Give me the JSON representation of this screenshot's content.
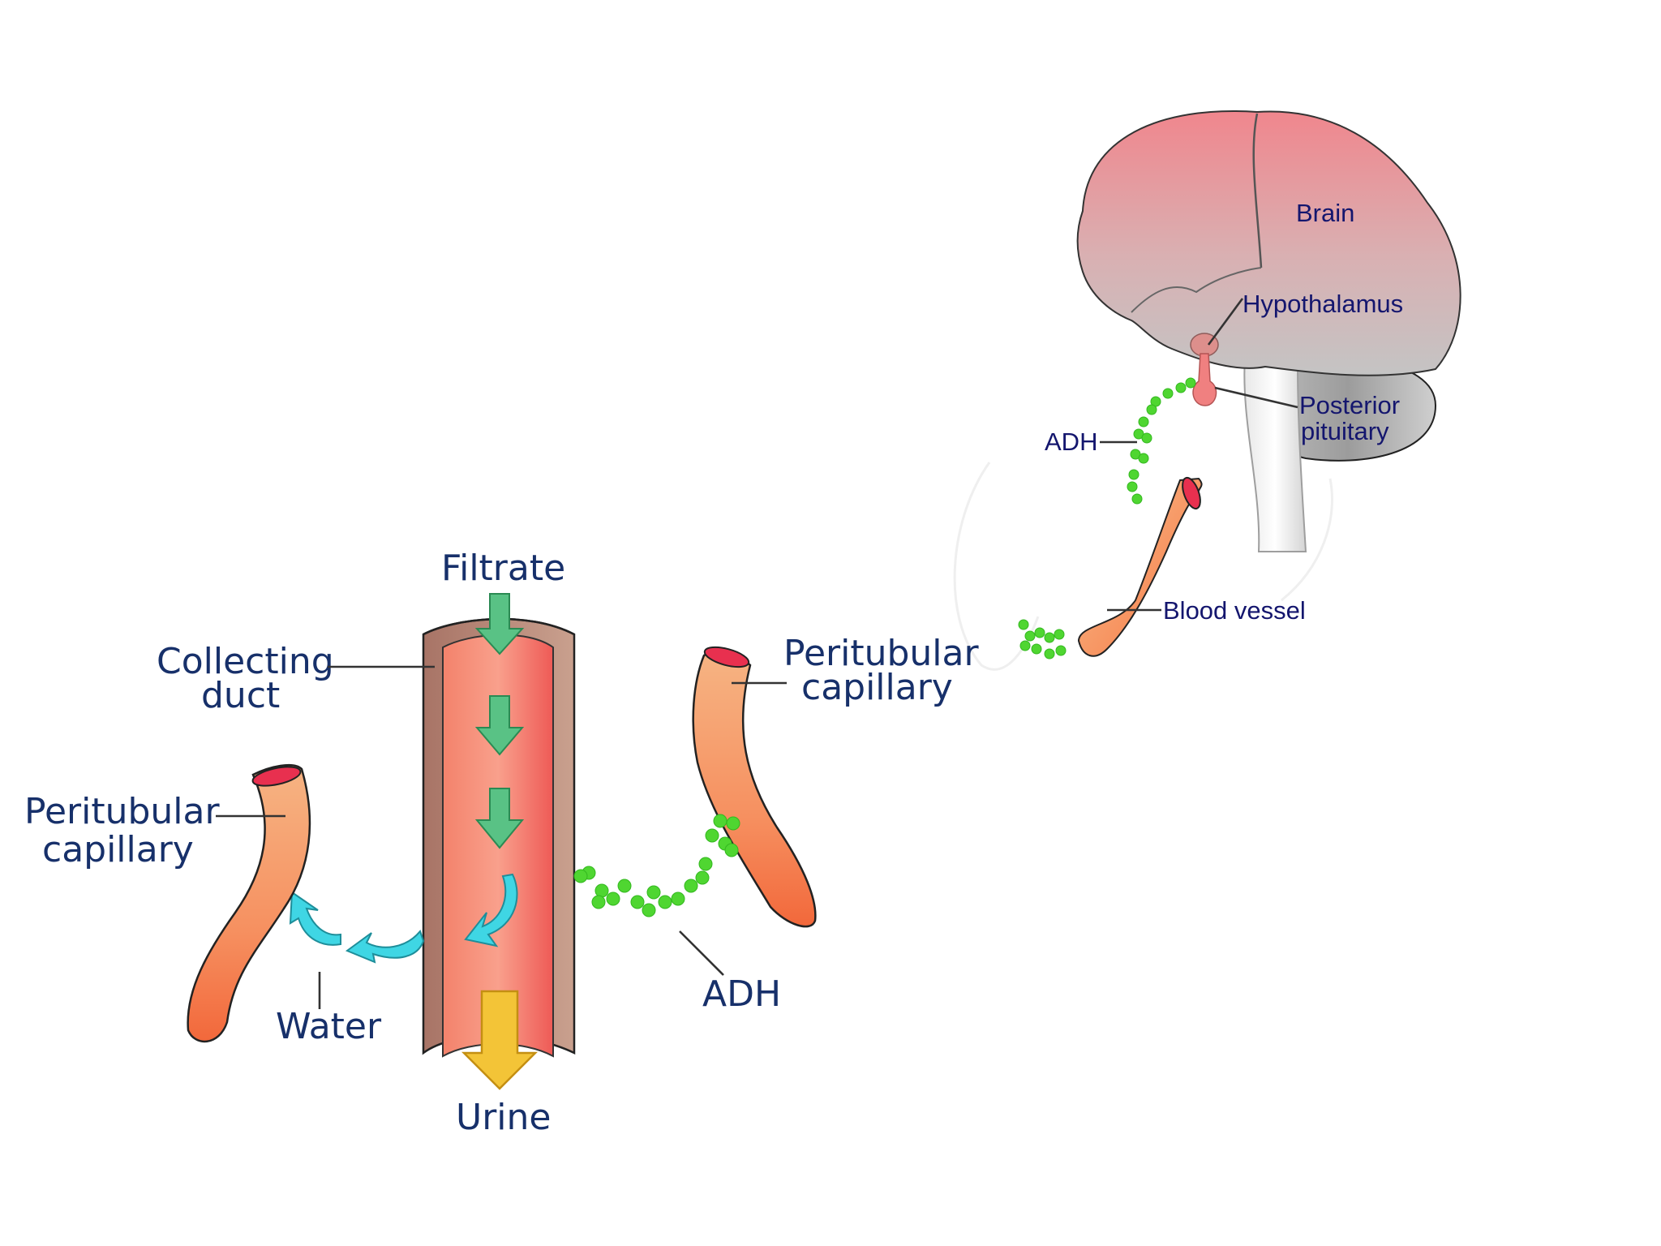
{
  "labels": {
    "filtrate": "Filtrate",
    "collecting_duct_line1": "Collecting",
    "collecting_duct_line2": "duct",
    "peritubular_left_line1": "Peritubular",
    "peritubular_left_line2": "capillary",
    "peritubular_right_line1": "Peritubular",
    "peritubular_right_line2": "capillary",
    "water": "Water",
    "urine": "Urine",
    "adh_bottom": "ADH",
    "brain": "Brain",
    "hypothalamus": "Hypothalamus",
    "posterior_line1": "Posterior",
    "posterior_line2": "pituitary",
    "adh_top": "ADH",
    "blood_vessel": "Blood vessel"
  },
  "colors": {
    "label_text": "#17306a",
    "brain_top": "#f08b8f",
    "brain_bottom": "#c9c9c9",
    "duct_wall": "#b58a7e",
    "duct_lumen": "#f06b5e",
    "capillary": "#f6a06a",
    "adh_particles": "#4fd631",
    "filtrate_arrows": "#59c285",
    "water_arrows": "#3fd6e4",
    "urine_arrow": "#f3c437"
  },
  "icons": {
    "filtrate_arrow": "down-arrow-icon",
    "water_arrow": "curved-arrow-icon",
    "urine_arrow": "down-arrow-icon"
  }
}
